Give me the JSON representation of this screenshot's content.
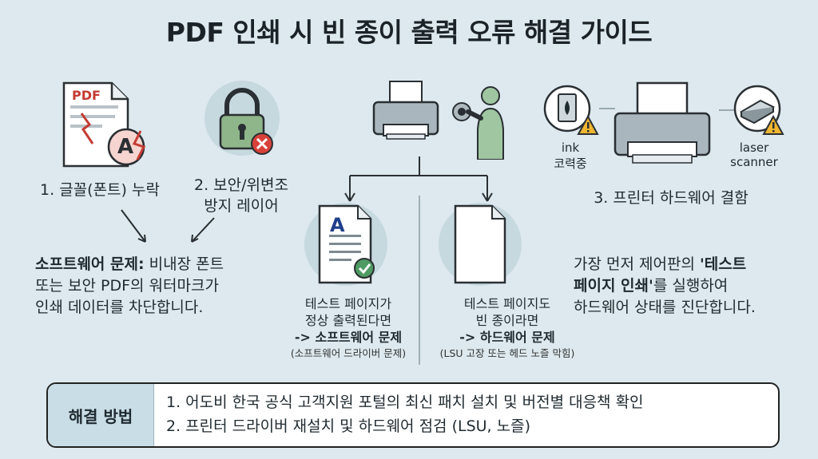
{
  "title": "PDF 인쇄 시 빈 종이 출력 오류 해결 가이드",
  "icons": {
    "pdf_label": "PDF",
    "font_glyph": "A",
    "doc_glyph": "A",
    "ink_label": "ink",
    "ink_sub": "코력중",
    "laser_label": "laser",
    "scanner_label": "scanner"
  },
  "causes": {
    "cause1": "1. 글꼴(폰트) 누락",
    "cause2_line1": "2. 보안/위변조",
    "cause2_line2": "방지 레이어",
    "cause3": "3. 프린터 하드웨어 결함"
  },
  "software_note": {
    "bold": "소프트웨어 문제:",
    "line1_rest": " 비내장 폰트",
    "line2": "또는 보안 PDF의 워터마크가",
    "line3": "인쇄 데이터를 차단합니다."
  },
  "branch_left": {
    "line1": "테스트 페이지가",
    "line2": "정상 출력된다면",
    "arrow_result": "-> 소프트웨어 문제",
    "note": "(소프트웨어 드라이버 문제)"
  },
  "branch_right": {
    "line1": "테스트 페이지도",
    "line2": "빈 종이라면",
    "arrow_result": "-> 하드웨어 문제",
    "note": "(LSU 고장 또는 헤드 노즐 막힘)"
  },
  "hardware_note": {
    "line1_pre": "가장 먼저 제어판의 ",
    "line1_bold": "'테스트",
    "line2_bold": "페이지 인쇄'",
    "line2_rest": "를 실행하여",
    "line3": "하드웨어 상태를 진단합니다."
  },
  "solution": {
    "label": "해결 방법",
    "items": [
      "1. 어도비 한국 공식 고객지원 포털의 최신 패치 설치 및 버전별 대응책 확인",
      "2. 프린터 드라이버 재설치 및 하드웨어 점검 (LSU, 노즐)"
    ]
  },
  "colors": {
    "background": "#dde9ee",
    "pdf_red": "#c43b33",
    "lock_green": "#8fb68a",
    "error_red": "#d8413a",
    "check_green": "#4f9b63",
    "warning_yellow": "#f0b632"
  }
}
